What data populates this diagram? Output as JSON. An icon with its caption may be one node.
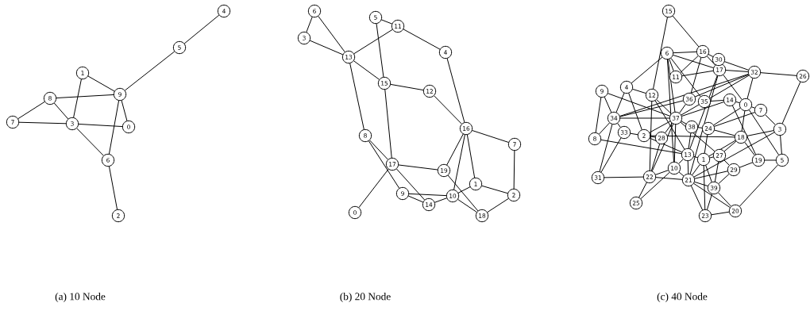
{
  "diagram": {
    "nodes": [
      {
        "text": [
          "0"
        ]
      },
      {
        "text": [
          "1"
        ]
      },
      {
        "text": [
          "2"
        ]
      },
      {
        "text": [
          "3"
        ]
      },
      {
        "text": [
          "4"
        ]
      },
      {
        "text": [
          "5"
        ]
      },
      {
        "text": [
          "6"
        ]
      },
      {
        "text": [
          "7"
        ]
      },
      {
        "text": [
          "8"
        ]
      },
      {
        "text": [
          "9"
        ]
      },
      {
        "text": [
          "0"
        ]
      },
      {
        "text": [
          "1"
        ]
      },
      {
        "text": [
          "2"
        ]
      },
      {
        "text": [
          "3"
        ]
      },
      {
        "text": [
          "4"
        ]
      },
      {
        "text": [
          "5"
        ]
      },
      {
        "text": [
          "6"
        ]
      },
      {
        "text": [
          "7"
        ]
      },
      {
        "text": [
          "8"
        ]
      },
      {
        "text": [
          "9"
        ]
      },
      {
        "text": [
          "10"
        ]
      },
      {
        "text": [
          "11"
        ]
      },
      {
        "text": [
          "12"
        ]
      },
      {
        "text": [
          "13"
        ]
      },
      {
        "text": [
          "14"
        ]
      },
      {
        "text": [
          "15"
        ]
      },
      {
        "text": [
          "16"
        ]
      },
      {
        "text": [
          "17"
        ]
      },
      {
        "text": [
          "18"
        ]
      },
      {
        "text": [
          "19"
        ]
      },
      {
        "text": [
          "0"
        ]
      },
      {
        "text": [
          "1"
        ]
      },
      {
        "text": [
          "2"
        ]
      },
      {
        "text": [
          "3"
        ]
      },
      {
        "text": [
          "4"
        ]
      },
      {
        "text": [
          "5"
        ]
      },
      {
        "text": [
          "6"
        ]
      },
      {
        "text": [
          "7"
        ]
      },
      {
        "text": [
          "8"
        ]
      },
      {
        "text": [
          "9"
        ]
      },
      {
        "text": [
          "10"
        ]
      },
      {
        "text": [
          "11"
        ]
      },
      {
        "text": [
          "12"
        ]
      },
      {
        "text": [
          "13"
        ]
      },
      {
        "text": [
          "14"
        ]
      },
      {
        "text": [
          "15"
        ]
      },
      {
        "text": [
          "16"
        ]
      },
      {
        "text": [
          "17"
        ]
      },
      {
        "text": [
          "18"
        ]
      },
      {
        "text": [
          "19"
        ]
      },
      {
        "text": [
          "20"
        ]
      },
      {
        "text": [
          "21"
        ]
      },
      {
        "text": [
          "22"
        ]
      },
      {
        "text": [
          "23"
        ]
      },
      {
        "text": [
          "24"
        ]
      },
      {
        "text": [
          "25"
        ]
      },
      {
        "text": [
          "26"
        ]
      },
      {
        "text": [
          "27"
        ]
      },
      {
        "text": [
          "28"
        ]
      },
      {
        "text": [
          "29"
        ]
      },
      {
        "text": [
          "30"
        ]
      },
      {
        "text": [
          "31"
        ]
      },
      {
        "text": [
          "32"
        ]
      },
      {
        "text": [
          "33"
        ]
      },
      {
        "text": [
          "34"
        ]
      },
      {
        "text": [
          "35"
        ]
      },
      {
        "text": [
          "36"
        ]
      },
      {
        "text": [
          "37"
        ]
      },
      {
        "text": [
          "38"
        ]
      },
      {
        "text": [
          "39"
        ]
      }
    ],
    "edges": [
      {
        "from": 4,
        "to": 5,
        "arrow": "none"
      },
      {
        "from": 5,
        "to": 9,
        "arrow": "none"
      },
      {
        "from": 1,
        "to": 9,
        "arrow": "none"
      },
      {
        "from": 1,
        "to": 3,
        "arrow": "none"
      },
      {
        "from": 8,
        "to": 9,
        "arrow": "none"
      },
      {
        "from": 8,
        "to": 7,
        "arrow": "none"
      },
      {
        "from": 8,
        "to": 3,
        "arrow": "none"
      },
      {
        "from": 7,
        "to": 3,
        "arrow": "none"
      },
      {
        "from": 3,
        "to": 0,
        "arrow": "none"
      },
      {
        "from": 9,
        "to": 0,
        "arrow": "none"
      },
      {
        "from": 9,
        "to": 6,
        "arrow": "none"
      },
      {
        "from": 3,
        "to": 6,
        "arrow": "none"
      },
      {
        "from": 6,
        "to": 2,
        "arrow": "none"
      },
      {
        "from": 16,
        "to": 13,
        "arrow": "none"
      },
      {
        "from": 16,
        "to": 23,
        "arrow": "none"
      },
      {
        "from": 13,
        "to": 23,
        "arrow": "none"
      },
      {
        "from": 15,
        "to": 21,
        "arrow": "none"
      },
      {
        "from": 15,
        "to": 25,
        "arrow": "none"
      },
      {
        "from": 21,
        "to": 23,
        "arrow": "none"
      },
      {
        "from": 21,
        "to": 14,
        "arrow": "none"
      },
      {
        "from": 23,
        "to": 25,
        "arrow": "none"
      },
      {
        "from": 23,
        "to": 18,
        "arrow": "none"
      },
      {
        "from": 25,
        "to": 22,
        "arrow": "none"
      },
      {
        "from": 25,
        "to": 27,
        "arrow": "none"
      },
      {
        "from": 22,
        "to": 26,
        "arrow": "none"
      },
      {
        "from": 14,
        "to": 26,
        "arrow": "none"
      },
      {
        "from": 26,
        "to": 17,
        "arrow": "none"
      },
      {
        "from": 26,
        "to": 29,
        "arrow": "none"
      },
      {
        "from": 26,
        "to": 20,
        "arrow": "none"
      },
      {
        "from": 26,
        "to": 11,
        "arrow": "none"
      },
      {
        "from": 17,
        "to": 12,
        "arrow": "none"
      },
      {
        "from": 18,
        "to": 27,
        "arrow": "none"
      },
      {
        "from": 18,
        "to": 19,
        "arrow": "none"
      },
      {
        "from": 27,
        "to": 29,
        "arrow": "none"
      },
      {
        "from": 27,
        "to": 24,
        "arrow": "none"
      },
      {
        "from": 27,
        "to": 10,
        "arrow": "none"
      },
      {
        "from": 29,
        "to": 28,
        "arrow": "none"
      },
      {
        "from": 19,
        "to": 20,
        "arrow": "none"
      },
      {
        "from": 19,
        "to": 24,
        "arrow": "none"
      },
      {
        "from": 24,
        "to": 20,
        "arrow": "none"
      },
      {
        "from": 11,
        "to": 12,
        "arrow": "none"
      },
      {
        "from": 20,
        "to": 28,
        "arrow": "none"
      },
      {
        "from": 12,
        "to": 28,
        "arrow": "none"
      },
      {
        "from": 11,
        "to": 20,
        "arrow": "none"
      },
      {
        "from": 45,
        "to": 42,
        "arrow": "none"
      },
      {
        "from": 45,
        "to": 46,
        "arrow": "none"
      },
      {
        "from": 36,
        "to": 46,
        "arrow": "none"
      },
      {
        "from": 36,
        "to": 47,
        "arrow": "none"
      },
      {
        "from": 36,
        "to": 41,
        "arrow": "none"
      },
      {
        "from": 36,
        "to": 34,
        "arrow": "none"
      },
      {
        "from": 36,
        "to": 67,
        "arrow": "none"
      },
      {
        "from": 36,
        "to": 65,
        "arrow": "none"
      },
      {
        "from": 36,
        "to": 40,
        "arrow": "none"
      },
      {
        "from": 46,
        "to": 41,
        "arrow": "none"
      },
      {
        "from": 46,
        "to": 60,
        "arrow": "none"
      },
      {
        "from": 46,
        "to": 47,
        "arrow": "none"
      },
      {
        "from": 46,
        "to": 66,
        "arrow": "none"
      },
      {
        "from": 60,
        "to": 62,
        "arrow": "none"
      },
      {
        "from": 47,
        "to": 62,
        "arrow": "none"
      },
      {
        "from": 47,
        "to": 41,
        "arrow": "none"
      },
      {
        "from": 47,
        "to": 30,
        "arrow": "none"
      },
      {
        "from": 47,
        "to": 51,
        "arrow": "none"
      },
      {
        "from": 47,
        "to": 43,
        "arrow": "none"
      },
      {
        "from": 62,
        "to": 56,
        "arrow": "none"
      },
      {
        "from": 62,
        "to": 64,
        "arrow": "none"
      },
      {
        "from": 62,
        "to": 65,
        "arrow": "none"
      },
      {
        "from": 62,
        "to": 66,
        "arrow": "none"
      },
      {
        "from": 62,
        "to": 30,
        "arrow": "none"
      },
      {
        "from": 56,
        "to": 33,
        "arrow": "none"
      },
      {
        "from": 39,
        "to": 64,
        "arrow": "none"
      },
      {
        "from": 39,
        "to": 38,
        "arrow": "none"
      },
      {
        "from": 39,
        "to": 67,
        "arrow": "none"
      },
      {
        "from": 34,
        "to": 64,
        "arrow": "none"
      },
      {
        "from": 34,
        "to": 42,
        "arrow": "none"
      },
      {
        "from": 34,
        "to": 32,
        "arrow": "none"
      },
      {
        "from": 42,
        "to": 52,
        "arrow": "none"
      },
      {
        "from": 42,
        "to": 67,
        "arrow": "none"
      },
      {
        "from": 42,
        "to": 43,
        "arrow": "none"
      },
      {
        "from": 66,
        "to": 67,
        "arrow": "none"
      },
      {
        "from": 65,
        "to": 44,
        "arrow": "none"
      },
      {
        "from": 44,
        "to": 30,
        "arrow": "none"
      },
      {
        "from": 44,
        "to": 49,
        "arrow": "none"
      },
      {
        "from": 30,
        "to": 37,
        "arrow": "none"
      },
      {
        "from": 30,
        "to": 48,
        "arrow": "none"
      },
      {
        "from": 30,
        "to": 35,
        "arrow": "none"
      },
      {
        "from": 37,
        "to": 33,
        "arrow": "none"
      },
      {
        "from": 37,
        "to": 54,
        "arrow": "none"
      },
      {
        "from": 64,
        "to": 67,
        "arrow": "none"
      },
      {
        "from": 64,
        "to": 61,
        "arrow": "none"
      },
      {
        "from": 64,
        "to": 38,
        "arrow": "none"
      },
      {
        "from": 64,
        "to": 63,
        "arrow": "none"
      },
      {
        "from": 64,
        "to": 66,
        "arrow": "none"
      },
      {
        "from": 67,
        "to": 68,
        "arrow": "none"
      },
      {
        "from": 67,
        "to": 58,
        "arrow": "none"
      },
      {
        "from": 67,
        "to": 32,
        "arrow": "none"
      },
      {
        "from": 67,
        "to": 40,
        "arrow": "none"
      },
      {
        "from": 67,
        "to": 65,
        "arrow": "none"
      },
      {
        "from": 67,
        "to": 44,
        "arrow": "none"
      },
      {
        "from": 67,
        "to": 52,
        "arrow": "none"
      },
      {
        "from": 67,
        "to": 57,
        "arrow": "none"
      },
      {
        "from": 68,
        "to": 54,
        "arrow": "none"
      },
      {
        "from": 68,
        "to": 43,
        "arrow": "none"
      },
      {
        "from": 54,
        "to": 48,
        "arrow": "none"
      },
      {
        "from": 54,
        "to": 31,
        "arrow": "none"
      },
      {
        "from": 54,
        "to": 30,
        "arrow": "none"
      },
      {
        "from": 63,
        "to": 32,
        "arrow": "none"
      },
      {
        "from": 63,
        "to": 61,
        "arrow": "none"
      },
      {
        "from": 32,
        "to": 58,
        "arrow": "none"
      },
      {
        "from": 32,
        "to": 48,
        "arrow": "none"
      },
      {
        "from": 32,
        "to": 43,
        "arrow": "none"
      },
      {
        "from": 38,
        "to": 43,
        "arrow": "none"
      },
      {
        "from": 33,
        "to": 48,
        "arrow": "none"
      },
      {
        "from": 33,
        "to": 51,
        "arrow": "none"
      },
      {
        "from": 33,
        "to": 35,
        "arrow": "none"
      },
      {
        "from": 48,
        "to": 49,
        "arrow": "none"
      },
      {
        "from": 48,
        "to": 31,
        "arrow": "none"
      },
      {
        "from": 48,
        "to": 57,
        "arrow": "none"
      },
      {
        "from": 43,
        "to": 31,
        "arrow": "none"
      },
      {
        "from": 43,
        "to": 40,
        "arrow": "none"
      },
      {
        "from": 43,
        "to": 51,
        "arrow": "none"
      },
      {
        "from": 31,
        "to": 57,
        "arrow": "none"
      },
      {
        "from": 31,
        "to": 51,
        "arrow": "none"
      },
      {
        "from": 31,
        "to": 69,
        "arrow": "none"
      },
      {
        "from": 31,
        "to": 53,
        "arrow": "none"
      },
      {
        "from": 57,
        "to": 69,
        "arrow": "none"
      },
      {
        "from": 57,
        "to": 59,
        "arrow": "none"
      },
      {
        "from": 49,
        "to": 35,
        "arrow": "none"
      },
      {
        "from": 49,
        "to": 59,
        "arrow": "none"
      },
      {
        "from": 59,
        "to": 69,
        "arrow": "none"
      },
      {
        "from": 35,
        "to": 50,
        "arrow": "none"
      },
      {
        "from": 40,
        "to": 51,
        "arrow": "none"
      },
      {
        "from": 40,
        "to": 52,
        "arrow": "none"
      },
      {
        "from": 40,
        "to": 55,
        "arrow": "none"
      },
      {
        "from": 51,
        "to": 52,
        "arrow": "none"
      },
      {
        "from": 51,
        "to": 53,
        "arrow": "none"
      },
      {
        "from": 51,
        "to": 59,
        "arrow": "none"
      },
      {
        "from": 51,
        "to": 50,
        "arrow": "none"
      },
      {
        "from": 51,
        "to": 69,
        "arrow": "none"
      },
      {
        "from": 61,
        "to": 52,
        "arrow": "none"
      },
      {
        "from": 52,
        "to": 55,
        "arrow": "none"
      },
      {
        "from": 69,
        "to": 53,
        "arrow": "none"
      },
      {
        "from": 69,
        "to": 50,
        "arrow": "none"
      },
      {
        "from": 53,
        "to": 50,
        "arrow": "none"
      },
      {
        "from": 58,
        "to": 52,
        "arrow": "none"
      }
    ],
    "labels": [
      "(a) 10 Node",
      "(b) 20 Node",
      "(c) 40 Node"
    ]
  }
}
